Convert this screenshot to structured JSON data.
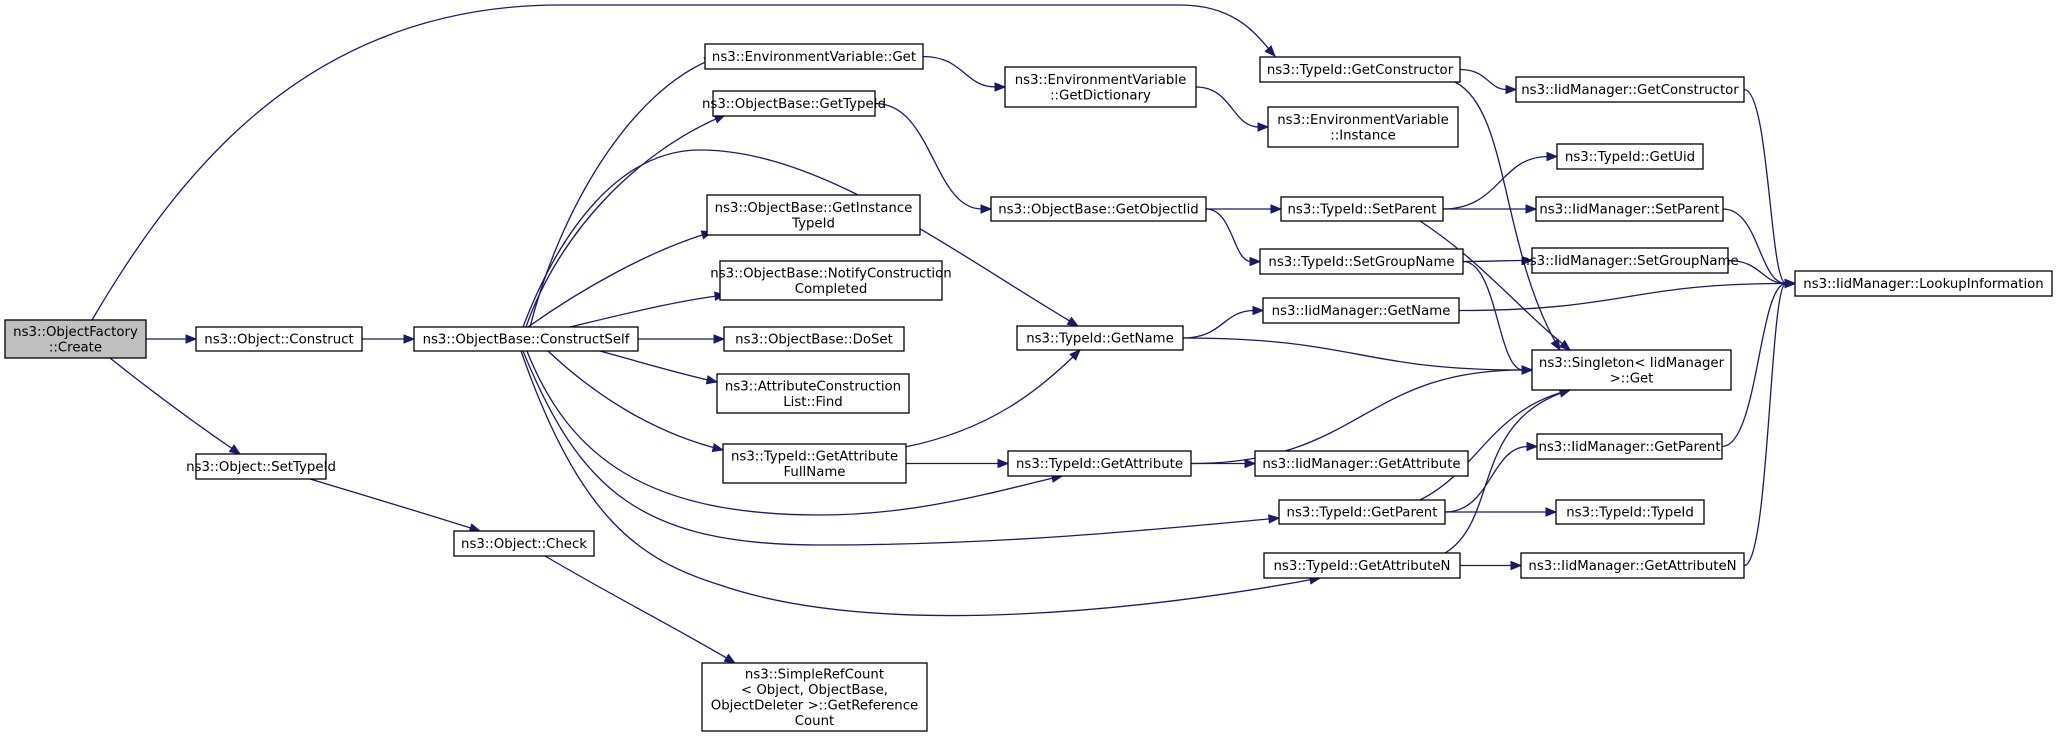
{
  "nodes": [
    {
      "id": "of_create",
      "lines": [
        "ns3::ObjectFactory",
        "::Create"
      ],
      "root": true
    },
    {
      "id": "obj_construct",
      "lines": [
        "ns3::Object::Construct"
      ]
    },
    {
      "id": "obj_settypeid",
      "lines": [
        "ns3::Object::SetTypeId"
      ]
    },
    {
      "id": "obj_check",
      "lines": [
        "ns3::Object::Check"
      ]
    },
    {
      "id": "src_getrefcount",
      "lines": [
        "ns3::SimpleRefCount",
        "< Object, ObjectBase,",
        "ObjectDeleter >::GetReference",
        "Count"
      ]
    },
    {
      "id": "ob_constructself",
      "lines": [
        "ns3::ObjectBase::ConstructSelf"
      ]
    },
    {
      "id": "env_get",
      "lines": [
        "ns3::EnvironmentVariable::Get"
      ]
    },
    {
      "id": "ob_gettypeid",
      "lines": [
        "ns3::ObjectBase::GetTypeId"
      ]
    },
    {
      "id": "ob_getinstancetypeid",
      "lines": [
        "ns3::ObjectBase::GetInstance",
        "TypeId"
      ]
    },
    {
      "id": "ob_notify",
      "lines": [
        "ns3::ObjectBase::NotifyConstruction",
        "Completed"
      ]
    },
    {
      "id": "ob_doset",
      "lines": [
        "ns3::ObjectBase::DoSet"
      ]
    },
    {
      "id": "acl_find",
      "lines": [
        "ns3::AttributeConstruction",
        "List::Find"
      ]
    },
    {
      "id": "tid_getattrfullname",
      "lines": [
        "ns3::TypeId::GetAttribute",
        "FullName"
      ]
    },
    {
      "id": "env_getdict",
      "lines": [
        "ns3::EnvironmentVariable",
        "::GetDictionary"
      ]
    },
    {
      "id": "env_instance",
      "lines": [
        "ns3::EnvironmentVariable",
        "::Instance"
      ]
    },
    {
      "id": "ob_getobjectiid",
      "lines": [
        "ns3::ObjectBase::GetObjectIid"
      ]
    },
    {
      "id": "tid_getname",
      "lines": [
        "ns3::TypeId::GetName"
      ]
    },
    {
      "id": "tid_getattribute",
      "lines": [
        "ns3::TypeId::GetAttribute"
      ]
    },
    {
      "id": "tid_getconstructor",
      "lines": [
        "ns3::TypeId::GetConstructor"
      ]
    },
    {
      "id": "tid_setparent",
      "lines": [
        "ns3::TypeId::SetParent"
      ]
    },
    {
      "id": "tid_setgroupname",
      "lines": [
        "ns3::TypeId::SetGroupName"
      ]
    },
    {
      "id": "iid_getname",
      "lines": [
        "ns3::IidManager::GetName"
      ]
    },
    {
      "id": "iid_getattribute",
      "lines": [
        "ns3::IidManager::GetAttribute"
      ]
    },
    {
      "id": "tid_getparent",
      "lines": [
        "ns3::TypeId::GetParent"
      ]
    },
    {
      "id": "tid_getattributen",
      "lines": [
        "ns3::TypeId::GetAttributeN"
      ]
    },
    {
      "id": "iid_getconstructor",
      "lines": [
        "ns3::IidManager::GetConstructor"
      ]
    },
    {
      "id": "tid_getuid",
      "lines": [
        "ns3::TypeId::GetUid"
      ]
    },
    {
      "id": "iid_setparent",
      "lines": [
        "ns3::IidManager::SetParent"
      ]
    },
    {
      "id": "iid_setgroupname",
      "lines": [
        "ns3::IidManager::SetGroupName"
      ]
    },
    {
      "id": "singleton_get",
      "lines": [
        "ns3::Singleton< IidManager",
        ">::Get"
      ]
    },
    {
      "id": "iid_getparent",
      "lines": [
        "ns3::IidManager::GetParent"
      ]
    },
    {
      "id": "tid_typeid",
      "lines": [
        "ns3::TypeId::TypeId"
      ]
    },
    {
      "id": "iid_getattributen",
      "lines": [
        "ns3::IidManager::GetAttributeN"
      ]
    },
    {
      "id": "iid_lookupinfo",
      "lines": [
        "ns3::IidManager::LookupInformation"
      ]
    }
  ],
  "edges": [
    [
      "of_create",
      "obj_construct"
    ],
    [
      "of_create",
      "obj_settypeid"
    ],
    [
      "of_create",
      "tid_getconstructor"
    ],
    [
      "obj_construct",
      "ob_constructself"
    ],
    [
      "obj_settypeid",
      "obj_check"
    ],
    [
      "obj_check",
      "src_getrefcount"
    ],
    [
      "ob_constructself",
      "env_get"
    ],
    [
      "ob_constructself",
      "ob_gettypeid"
    ],
    [
      "ob_constructself",
      "tid_getname"
    ],
    [
      "ob_constructself",
      "ob_getinstancetypeid"
    ],
    [
      "ob_constructself",
      "ob_notify"
    ],
    [
      "ob_constructself",
      "ob_doset"
    ],
    [
      "ob_constructself",
      "acl_find"
    ],
    [
      "ob_constructself",
      "tid_getattrfullname"
    ],
    [
      "ob_constructself",
      "tid_getattribute"
    ],
    [
      "ob_constructself",
      "tid_getparent"
    ],
    [
      "ob_constructself",
      "tid_getattributen"
    ],
    [
      "env_get",
      "env_getdict"
    ],
    [
      "env_getdict",
      "env_instance"
    ],
    [
      "ob_gettypeid",
      "ob_getobjectiid"
    ],
    [
      "ob_getobjectiid",
      "tid_setparent"
    ],
    [
      "ob_getobjectiid",
      "tid_setgroupname"
    ],
    [
      "tid_getattrfullname",
      "tid_getname"
    ],
    [
      "tid_getattrfullname",
      "tid_getattribute"
    ],
    [
      "tid_getname",
      "iid_getname"
    ],
    [
      "tid_getname",
      "singleton_get"
    ],
    [
      "tid_getattribute",
      "iid_getattribute"
    ],
    [
      "tid_getattribute",
      "singleton_get"
    ],
    [
      "tid_getconstructor",
      "iid_getconstructor"
    ],
    [
      "tid_getconstructor",
      "singleton_get"
    ],
    [
      "tid_setparent",
      "tid_getuid"
    ],
    [
      "tid_setparent",
      "iid_setparent"
    ],
    [
      "tid_setparent",
      "singleton_get"
    ],
    [
      "tid_setgroupname",
      "iid_setgroupname"
    ],
    [
      "tid_setgroupname",
      "singleton_get"
    ],
    [
      "tid_getparent",
      "iid_getparent"
    ],
    [
      "tid_getparent",
      "tid_typeid"
    ],
    [
      "tid_getparent",
      "singleton_get"
    ],
    [
      "tid_getattributen",
      "iid_getattributen"
    ],
    [
      "tid_getattributen",
      "singleton_get"
    ],
    [
      "iid_getname",
      "iid_lookupinfo"
    ],
    [
      "iid_getconstructor",
      "iid_lookupinfo"
    ],
    [
      "iid_setparent",
      "iid_lookupinfo"
    ],
    [
      "iid_setgroupname",
      "iid_lookupinfo"
    ],
    [
      "iid_getparent",
      "iid_lookupinfo"
    ],
    [
      "iid_getattributen",
      "iid_lookupinfo"
    ]
  ],
  "colors": {
    "edge": "#191970",
    "root_fill": "#bfbfbf",
    "node_fill": "#ffffff",
    "node_stroke": "#000000"
  }
}
